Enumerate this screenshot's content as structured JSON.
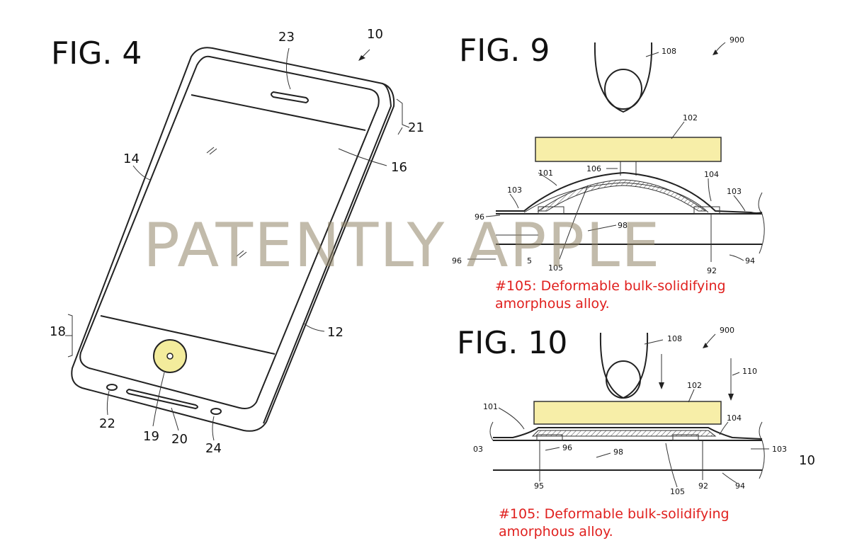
{
  "fig4": {
    "title": "FIG. 4",
    "refs": {
      "r10": "10",
      "r23": "23",
      "r21": "21",
      "r14": "14",
      "r16": "16",
      "r18": "18",
      "r12": "12",
      "r22": "22",
      "r19": "19",
      "r20": "20",
      "r24": "24"
    }
  },
  "fig9": {
    "title": "FIG. 9",
    "refs": {
      "r108": "108",
      "r900": "900",
      "r102": "102",
      "r101": "101",
      "r106": "106",
      "r104": "104",
      "r103a": "103",
      "r103b": "103",
      "r96a": "96",
      "r98": "98",
      "r5": "5",
      "r105": "105",
      "r96b": "96",
      "r92": "92",
      "r94": "94"
    },
    "caption_line1": "#105: Deformable bulk-solidifying",
    "caption_line2": "amorphous alloy."
  },
  "fig10": {
    "title": "FIG. 10",
    "refs": {
      "r108": "108",
      "r900": "900",
      "r110": "110",
      "r102": "102",
      "r101": "101",
      "r104": "104",
      "r03": "03",
      "r96": "96",
      "r98": "98",
      "r103": "103",
      "r10": "10",
      "r95": "95",
      "r105": "105",
      "r92": "92",
      "r94": "94"
    },
    "caption_line1": "#105: Deformable bulk-solidifying",
    "caption_line2": "amorphous alloy."
  },
  "watermark": "PATENTLY APPLE",
  "colors": {
    "pad": "#f7eea8",
    "home_button": "#f3ec9c",
    "caption": "#e0201e"
  }
}
